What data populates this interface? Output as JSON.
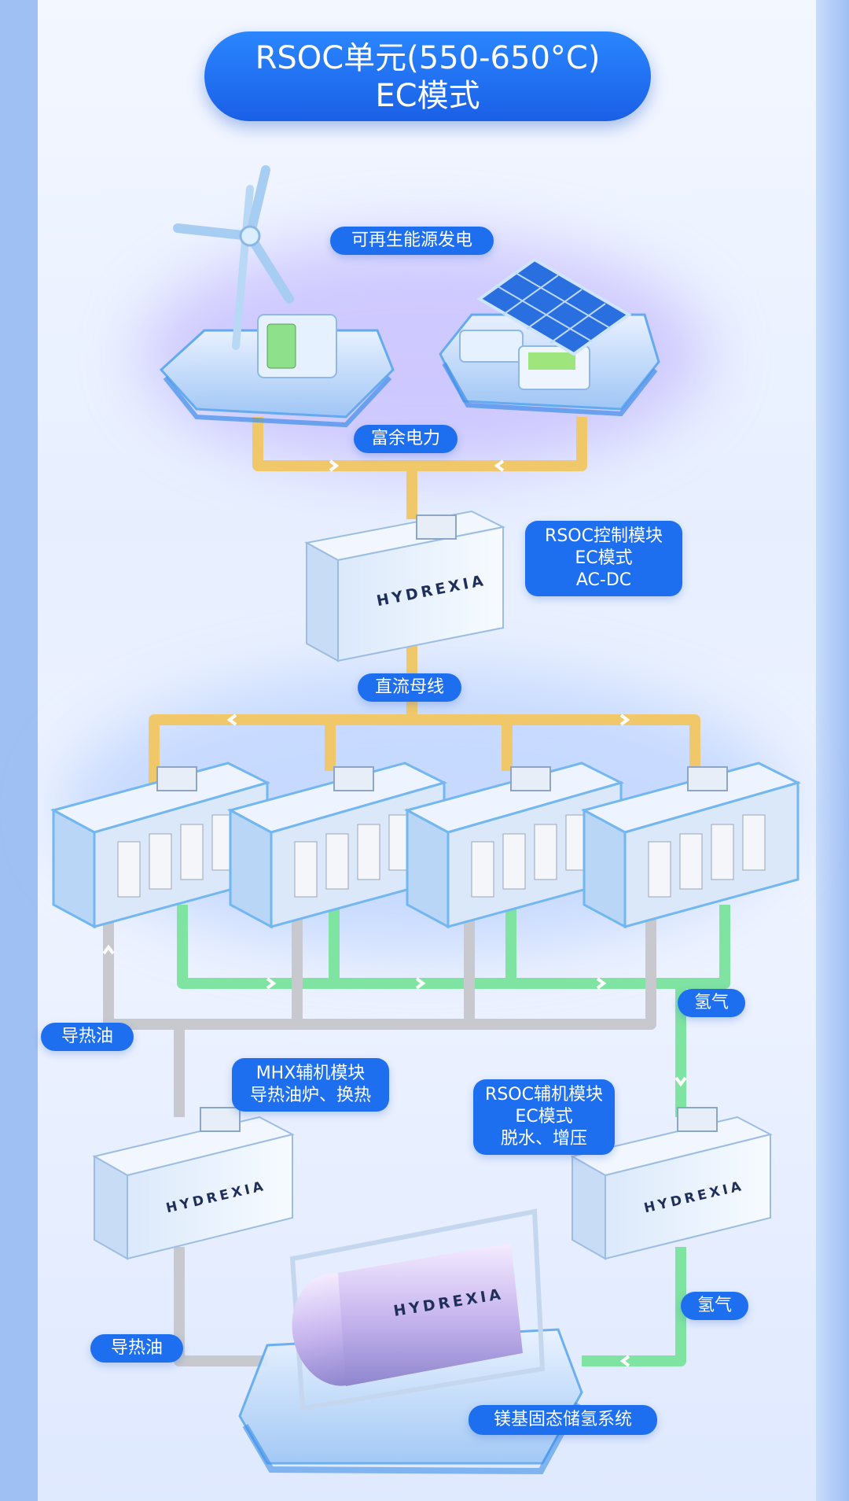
{
  "title": {
    "line1": "RSOC单元(550-650°C)",
    "line2": "EC模式"
  },
  "labels": {
    "renewable": "可再生能源发电",
    "surplus_power": "富余电力",
    "control_module": [
      "RSOC控制模块",
      "EC模式",
      "AC-DC"
    ],
    "dc_bus": "直流母线",
    "hydrogen_1": "氢气",
    "thermal_oil_1": "导热油",
    "mhx_module": [
      "MHX辅机模块",
      "导热油炉、换热"
    ],
    "rsoc_aux_module": [
      "RSOC辅机模块",
      "EC模式",
      "脱水、增压"
    ],
    "hydrogen_2": "氢气",
    "thermal_oil_2": "导热油",
    "storage_system": "镁基固态储氢系统"
  },
  "brand": "HYDREXIA",
  "colors": {
    "power_line": "#f0c86a",
    "hydrogen_line": "#7fe3a2",
    "oil_line": "#c7c9cf",
    "label_bg": "#1e6ff0",
    "title_bg": "#2a7bf5"
  }
}
